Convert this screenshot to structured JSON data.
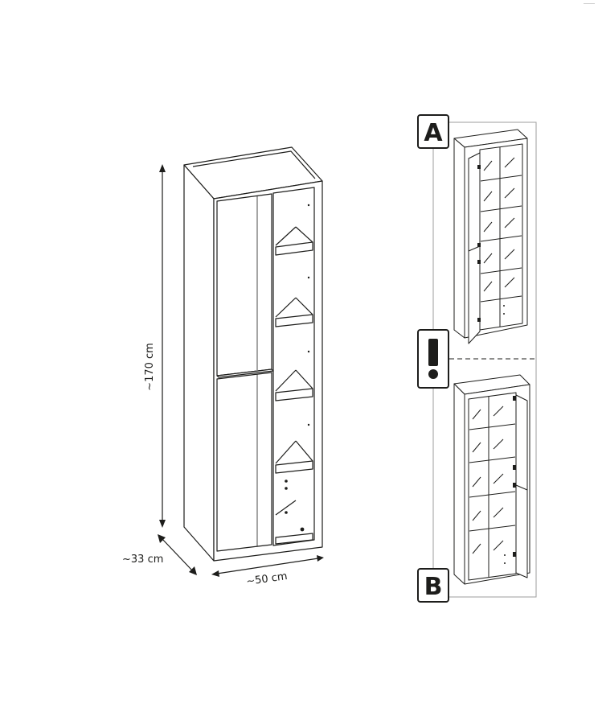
{
  "dimensions": {
    "height_label": "~170 cm",
    "depth_label": "~33 cm",
    "width_label": "~50 cm"
  },
  "variants": {
    "a_label": "A",
    "b_label": "B",
    "note_symbol": "!"
  },
  "colors": {
    "line": "#1d1d1b",
    "frame": "#9d9d9c",
    "page": "#ffffff"
  }
}
